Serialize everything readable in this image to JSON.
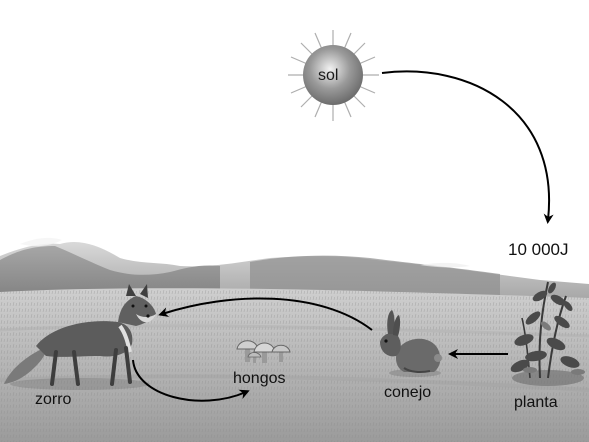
{
  "diagram": {
    "sun_label": "sol",
    "energy_label": "10 000J",
    "plant_label": "planta",
    "rabbit_label": "conejo",
    "fungi_label": "hongos",
    "fox_label": "zorro"
  },
  "icons": [
    "sun-icon",
    "plant-icon",
    "rabbit-icon",
    "mushroom-icon",
    "fox-icon",
    "mountains",
    "grassland"
  ]
}
